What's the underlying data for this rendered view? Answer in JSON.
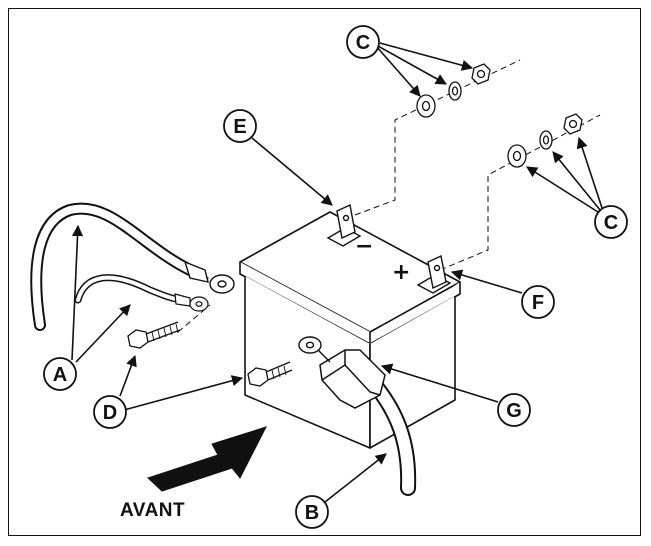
{
  "diagram": {
    "callouts": {
      "a": "A",
      "b": "B",
      "c1": "C",
      "c2": "C",
      "d": "D",
      "e": "E",
      "f": "F",
      "g": "G"
    },
    "terminal_signs": {
      "negative": "−",
      "positive": "+"
    },
    "direction_label": "AVANT"
  },
  "colors": {
    "line": "#111111",
    "arrow_fill": "#111111",
    "background": "#ffffff"
  }
}
